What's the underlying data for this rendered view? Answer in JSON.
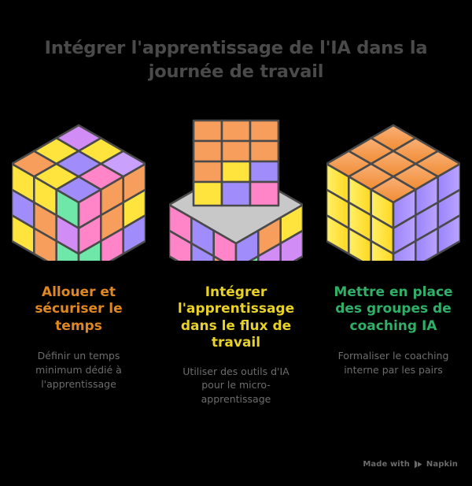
{
  "title": "Intégrer l'apprentissage de l'IA dans la journée de travail",
  "colors": {
    "background": "#000000",
    "title_text": "#4a4a4a",
    "subtitle_text": "#6d6d6d",
    "accent_orange": "#e0881f",
    "accent_yellow": "#e8d226",
    "accent_green": "#2faf67",
    "cube_outline": "#4a4a4a",
    "cube_gray_top": "#c8c8c8",
    "swatch_yellow": "#ffe43d",
    "swatch_orange": "#f79e5c",
    "swatch_periwinkle": "#a08cfa",
    "swatch_pink": "#ff85c8",
    "swatch_purple": "#d18cf5",
    "swatch_green": "#6ee7a8",
    "swatch_lavender": "#c9a0fb"
  },
  "columns": [
    {
      "icon": "rubiks-cube-scrambled-icon",
      "heading": "Allouer et sécuriser le temps",
      "subtext": "Définir un temps minimum dédié à l'apprentissage",
      "accent": "#e0881f"
    },
    {
      "icon": "rubiks-cube-exploded-layer-icon",
      "heading": "Intégrer l'apprentissage dans le flux de travail",
      "subtext": "Utiliser des outils d'IA pour le micro-apprentissage",
      "accent": "#e8d226"
    },
    {
      "icon": "rubiks-cube-solved-icon",
      "heading": "Mettre en place des groupes de coaching IA",
      "subtext": "Formaliser le coaching interne par les pairs",
      "accent": "#2faf67"
    }
  ],
  "watermark": {
    "text_before": "Made with",
    "brand": "Napkin",
    "logo": "napkin-play-logo"
  }
}
